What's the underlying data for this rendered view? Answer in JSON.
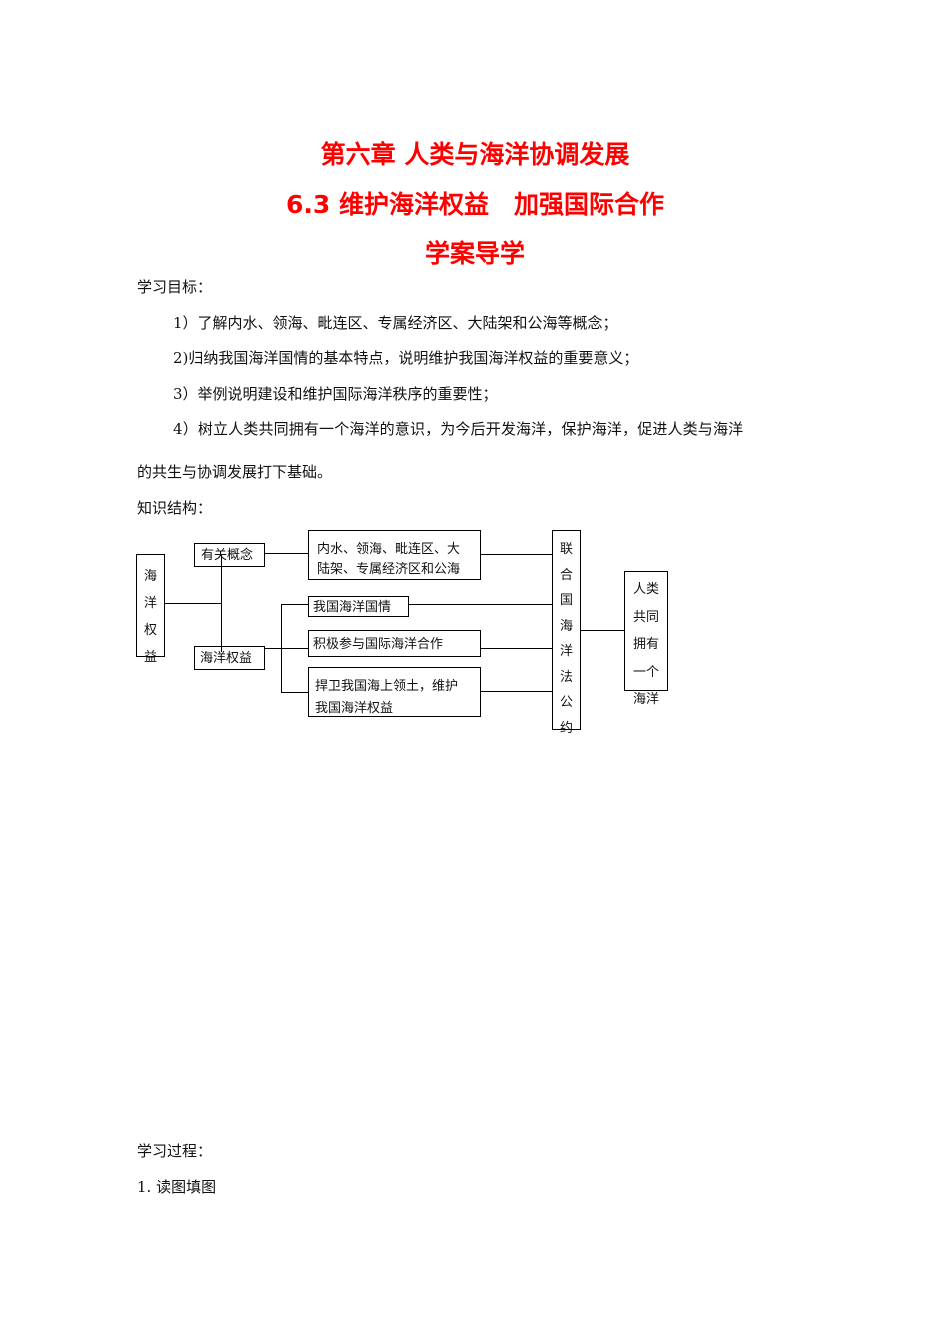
{
  "header": {
    "chapter_title": "第六章 人类与海洋协调发展",
    "section_title": "6.3 维护海洋权益　加强国际合作",
    "subtitle": "学案导学"
  },
  "objectives": {
    "heading": "学习目标：",
    "items": [
      "1）了解内水、领海、毗连区、专属经济区、大陆架和公海等概念；",
      "2)归纳我国海洋国情的基本特点，说明维护我国海洋权益的重要意义；",
      "3）举例说明建设和维护国际海洋秩序的重要性；",
      "4）树立人类共同拥有一个海洋的意识，为今后开发海洋，保护海洋，促进人类与海洋",
      "的共生与协调发展打下基础。"
    ]
  },
  "structure": {
    "heading": "知识结构：",
    "root": "海洋权益",
    "concepts": "有关概念",
    "rights": "海洋权益",
    "concept_detail_line1": "内水、领海、毗连区、大",
    "concept_detail_line2": "陆架、专属经济区和公海",
    "right_items": [
      "我国海洋国情",
      "积极参与国际海洋合作"
    ],
    "defend_line1": "捍卫我国海上领土，维护",
    "defend_line2": "我国海洋权益",
    "convention": "联合国海洋法公约",
    "shared_ocean": "人类共同拥有一个海洋"
  },
  "process": {
    "heading": "学习过程：",
    "item1": "1. 读图填图"
  }
}
